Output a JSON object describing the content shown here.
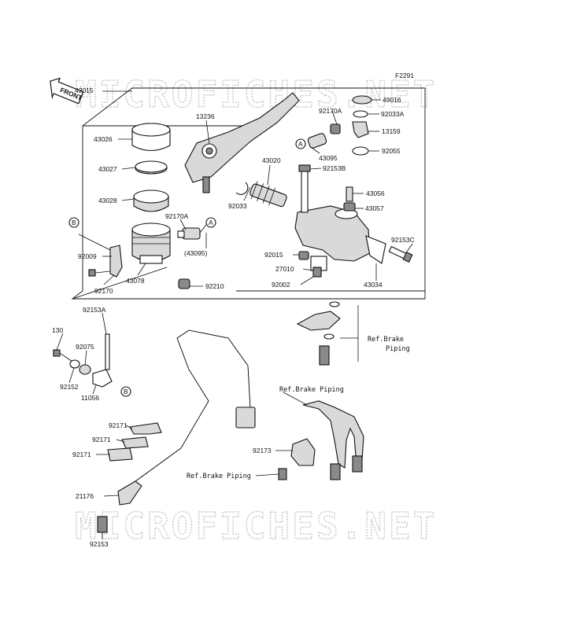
{
  "diagram_code": "F2291",
  "watermark": "MICROFICHES.NET",
  "front_label": "FRONT",
  "callouts": {
    "a": "A",
    "b": "B"
  },
  "parts": {
    "p43015": "43015",
    "p13236": "13236",
    "p43026": "43026",
    "p43027": "43027",
    "p43028": "43028",
    "p43020": "43020",
    "p92170a_top": "92170A",
    "p49016": "49016",
    "p92033a": "92033A",
    "p13159": "13159",
    "p92055": "92055",
    "p43095": "43095",
    "p92153b": "92153B",
    "p43056": "43056",
    "p43057": "43057",
    "p92033": "92033",
    "p92170a_mid": "92170A",
    "p43095_paren": "(43095)",
    "p92153c": "92153C",
    "p92009": "92009",
    "p92015": "92015",
    "p27010": "27010",
    "p43078": "43078",
    "p92002": "92002",
    "p43034": "43034",
    "p92170": "92170",
    "p92210": "92210",
    "p92153a": "92153A",
    "p130": "130",
    "p92075": "92075",
    "p92152": "92152",
    "p11056": "11056",
    "p92171_1": "92171",
    "p92171_2": "92171",
    "p92171_3": "92171",
    "p92173": "92173",
    "p21176": "21176",
    "p92153": "92153"
  },
  "refs": {
    "brake_piping_1_l1": "Ref.Brake",
    "brake_piping_1_l2": "Piping",
    "brake_piping_2": "Ref.Brake Piping",
    "brake_piping_3": "Ref.Brake Piping"
  }
}
